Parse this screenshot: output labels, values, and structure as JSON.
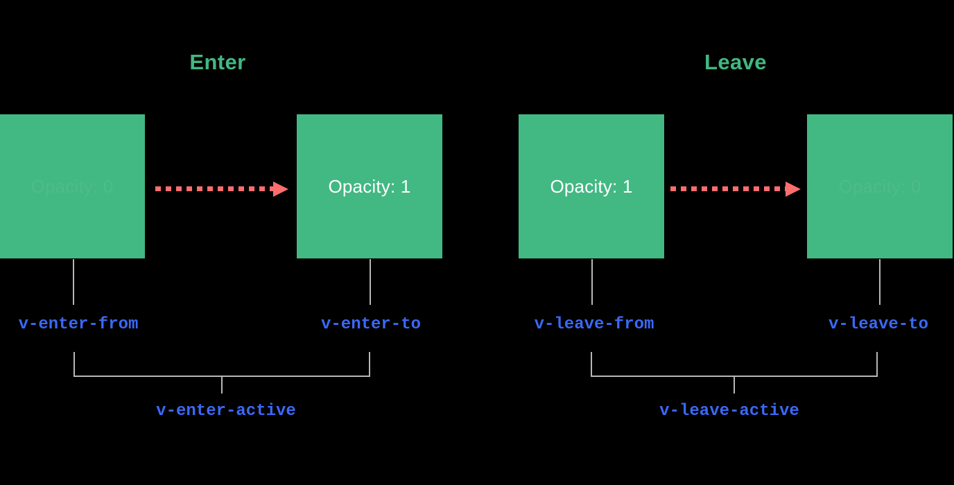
{
  "diagram": {
    "title_enter": "Enter",
    "title_leave": "Leave",
    "colors": {
      "background": "#000000",
      "box_green": "#42b883",
      "heading_green": "#42b883",
      "class_blue": "#3b68f5",
      "arrow_red": "#fc6e6e",
      "connector_gray": "#b7b7b7",
      "box_text_white": "#ffffff"
    },
    "phases": [
      {
        "name": "enter",
        "heading": "Enter",
        "from": {
          "box_label": "Opacity: 0",
          "box_text_faded": true,
          "class_name": "v-enter-from"
        },
        "to": {
          "box_label": "Opacity: 1",
          "box_text_faded": false,
          "class_name": "v-enter-to"
        },
        "active_class_name": "v-enter-active",
        "arrow": "dashed-arrow-right-icon"
      },
      {
        "name": "leave",
        "heading": "Leave",
        "from": {
          "box_label": "Opacity: 1",
          "box_text_faded": false,
          "class_name": "v-leave-from"
        },
        "to": {
          "box_label": "Opacity: 0",
          "box_text_faded": true,
          "class_name": "v-leave-to"
        },
        "active_class_name": "v-leave-active",
        "arrow": "dashed-arrow-right-icon"
      }
    ]
  }
}
